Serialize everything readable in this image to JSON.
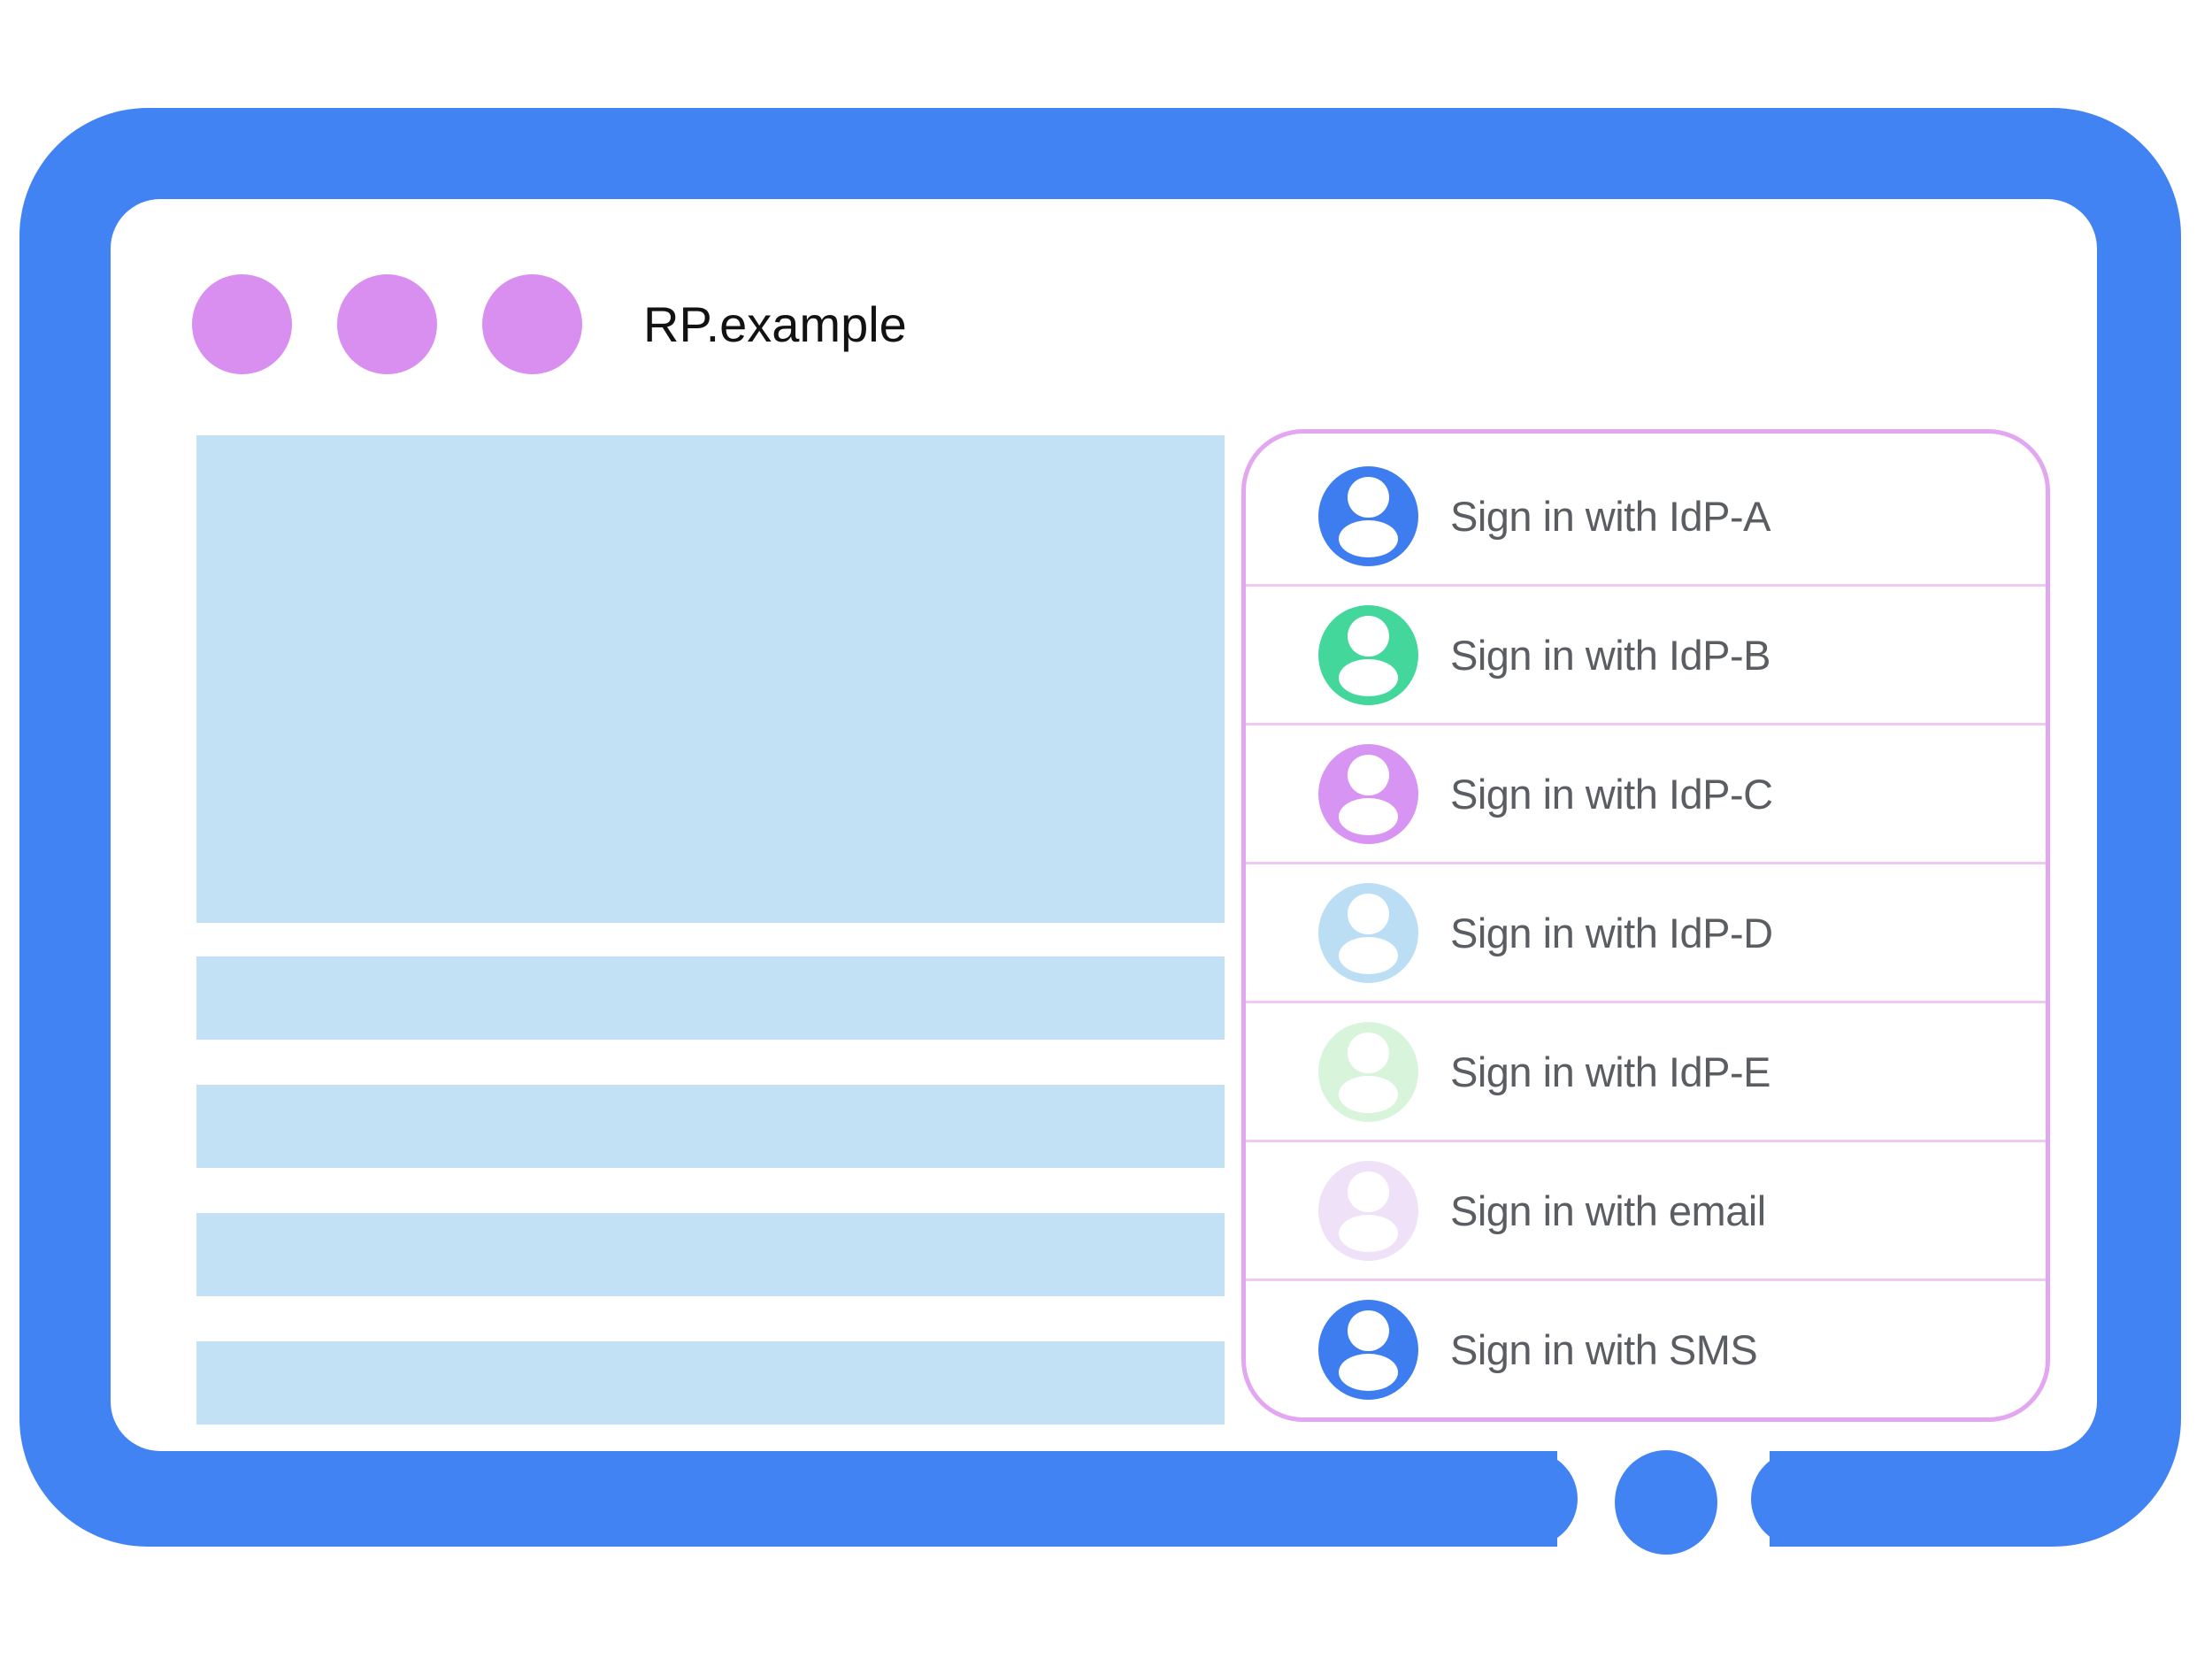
{
  "window": {
    "title": "RP.example",
    "dots_count": 3
  },
  "palette": {
    "frame_blue": "#4283F3",
    "screen_white": "#ffffff",
    "window_dot_purple": "#D98FF0",
    "placeholder_blue": "#C3E1F5",
    "panel_border_violet": "#E3A6F0",
    "divider_pink": "#F1C7F3",
    "label_gray": "#5A5D61",
    "title_black": "#121212"
  },
  "content_placeholders": {
    "hero_block": 1,
    "text_bars": 4
  },
  "panel": {
    "items": [
      {
        "label": "Sign in with IdP-A",
        "icon": "user-avatar-icon",
        "avatar_color": "#3D7DEF"
      },
      {
        "label": "Sign in with IdP-B",
        "icon": "user-avatar-icon",
        "avatar_color": "#43D79B"
      },
      {
        "label": "Sign in with IdP-C",
        "icon": "user-avatar-icon",
        "avatar_color": "#D794F2"
      },
      {
        "label": "Sign in with IdP-D",
        "icon": "user-avatar-icon",
        "avatar_color": "#BCDEF4"
      },
      {
        "label": "Sign in with IdP-E",
        "icon": "user-avatar-icon",
        "avatar_color": "#D8F5DC"
      },
      {
        "label": "Sign in with email",
        "icon": "user-avatar-icon",
        "avatar_color": "#EFE1F7"
      },
      {
        "label": "Sign in with SMS",
        "icon": "user-avatar-icon",
        "avatar_color": "#3D7DEF"
      }
    ]
  }
}
